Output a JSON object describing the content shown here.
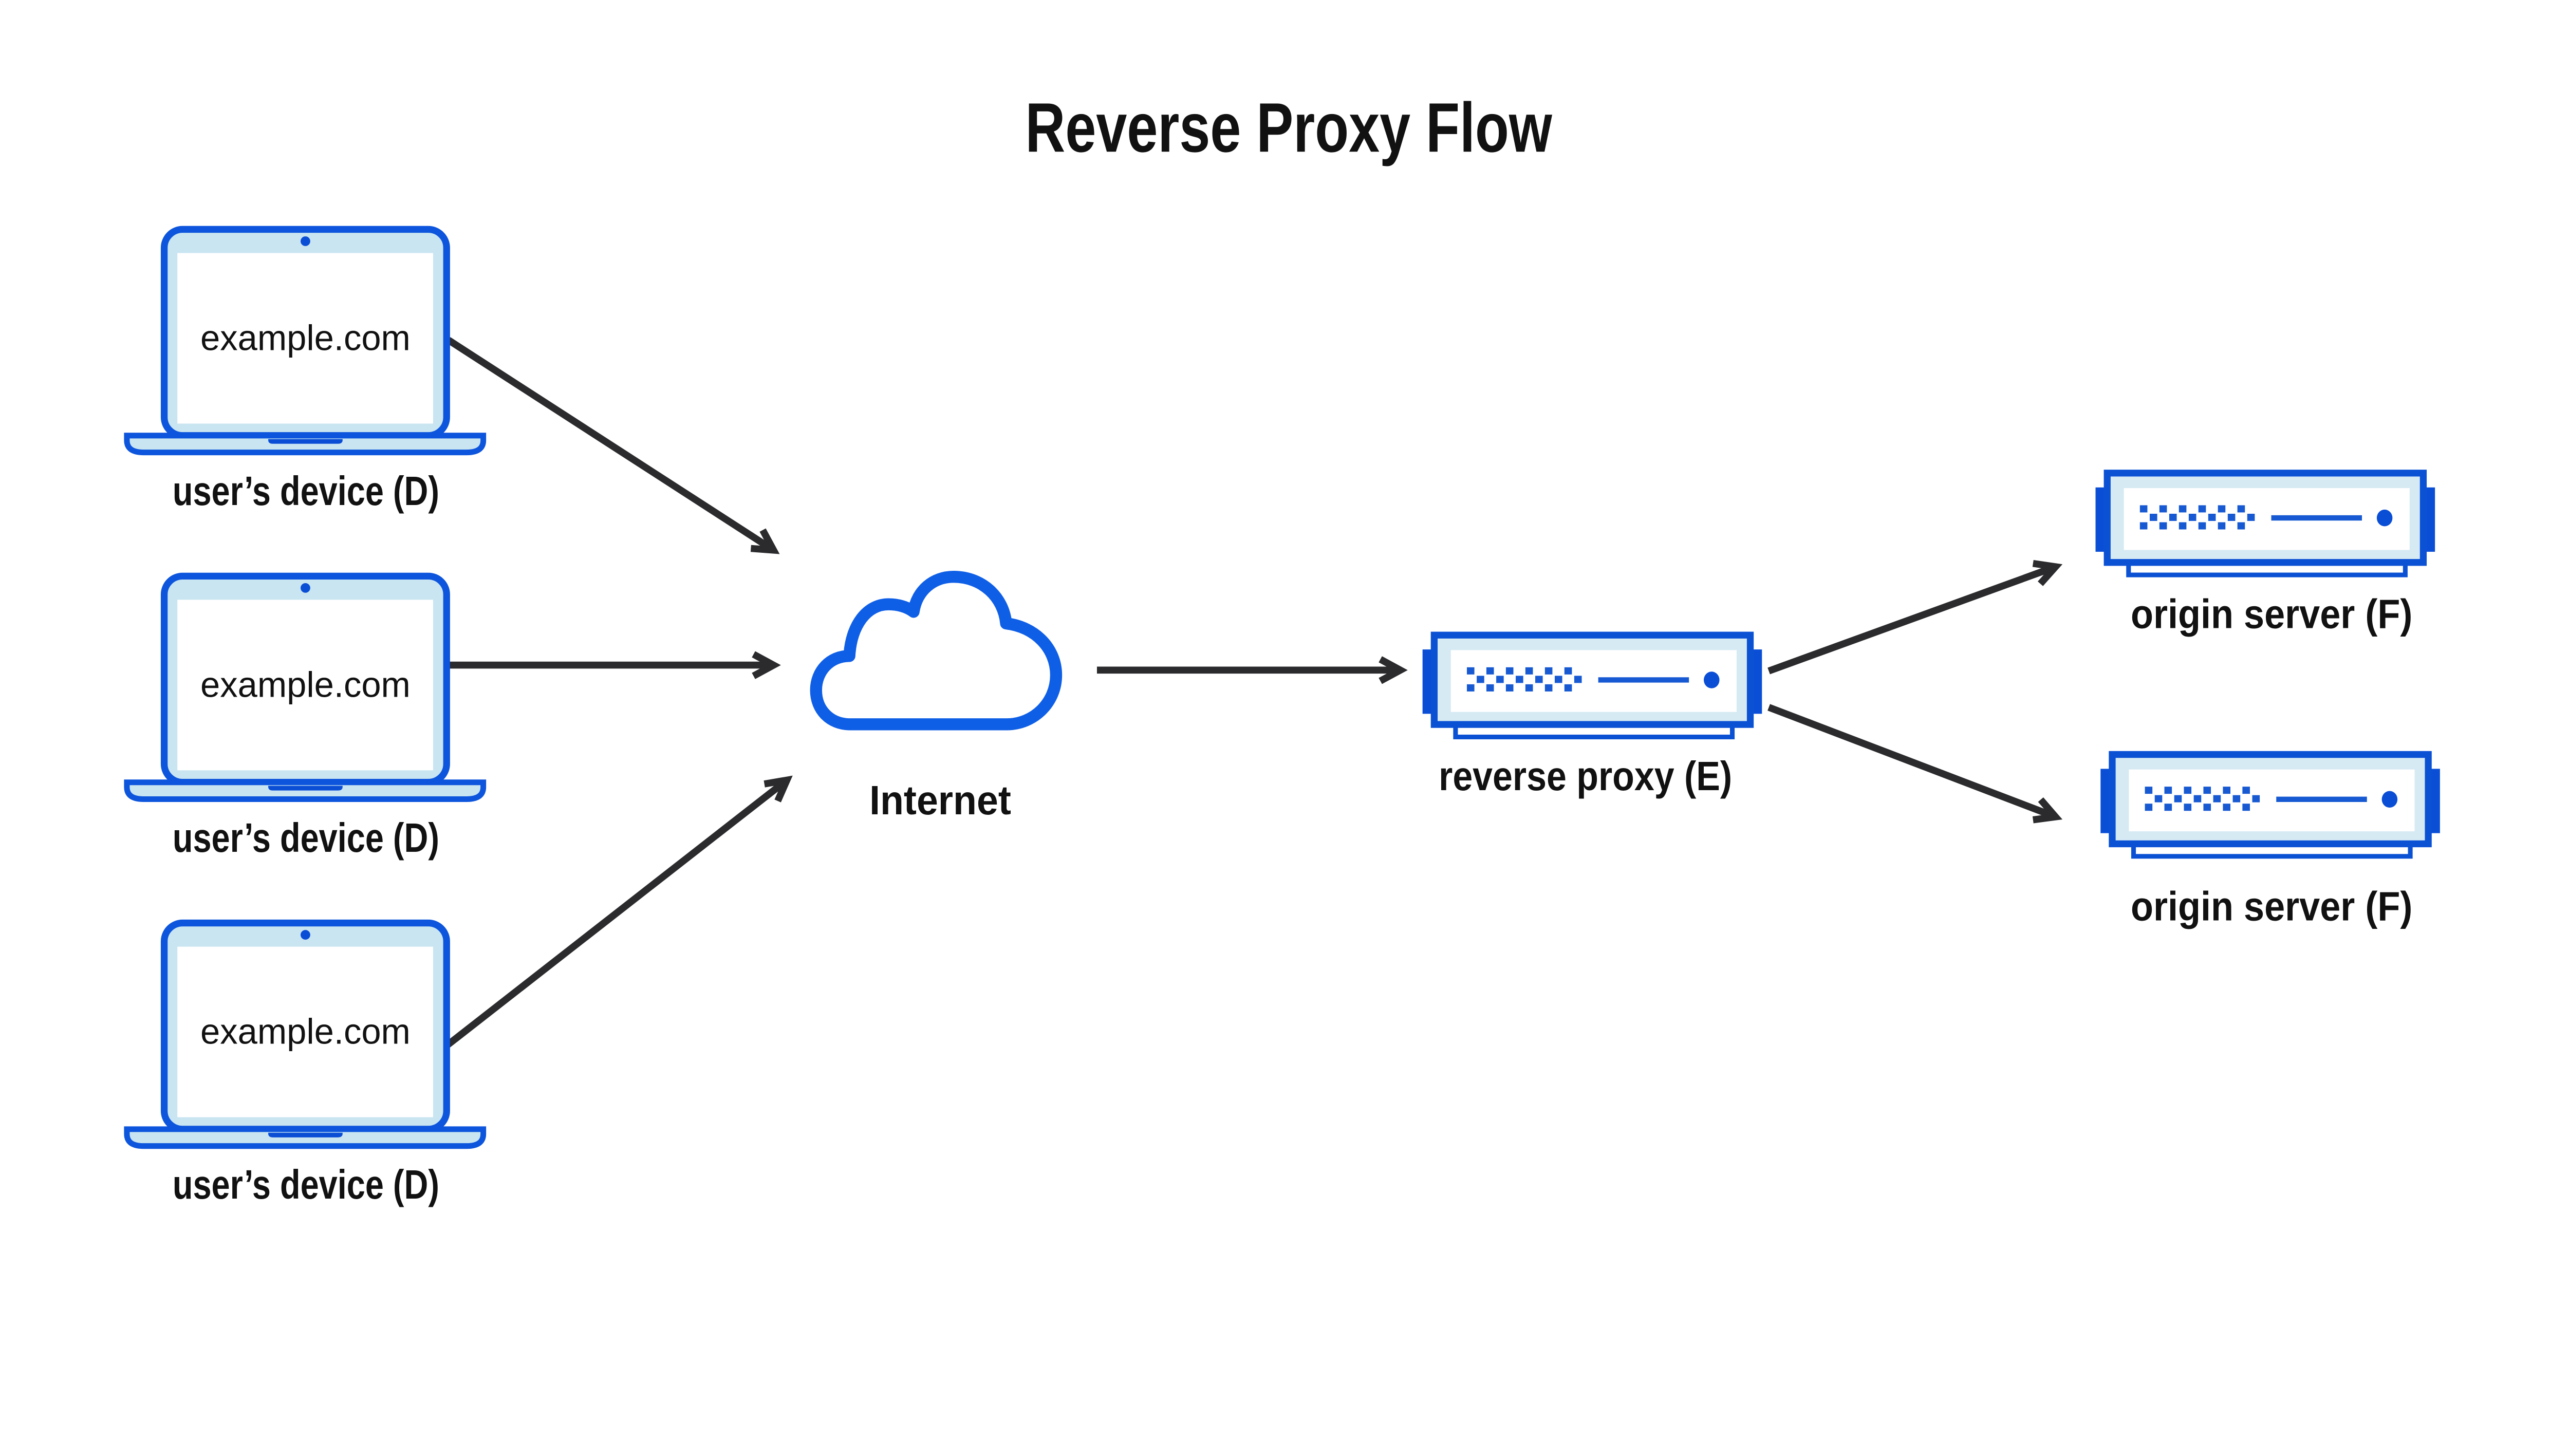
{
  "title": "Reverse Proxy Flow",
  "nodes": {
    "devices": [
      {
        "screen_text": "example.com",
        "label": "user’s device (D)"
      },
      {
        "screen_text": "example.com",
        "label": "user’s device (D)"
      },
      {
        "screen_text": "example.com",
        "label": "user’s device (D)"
      }
    ],
    "internet": {
      "label": "Internet"
    },
    "reverse_proxy": {
      "label": "reverse proxy (E)"
    },
    "origin_servers": [
      {
        "label": "origin server (F)"
      },
      {
        "label": "origin server (F)"
      }
    ]
  },
  "icons": {
    "device": "laptop-icon",
    "internet": "cloud-icon",
    "reverse_proxy": "server-icon",
    "origin_server": "server-icon"
  },
  "colors": {
    "background": "#ffffff",
    "text": "#111111",
    "arrow": "#2b2b2e",
    "device_outline": "#0d55dc",
    "device_fill": "#c9e5f1",
    "screen_fill": "#ffffff",
    "cloud_outline": "#0f5fe6",
    "server_outline": "#0b51d4",
    "server_fill": "#d6eaf3",
    "server_solid": "#0a4ed6",
    "server_dots": "#1659d2"
  }
}
